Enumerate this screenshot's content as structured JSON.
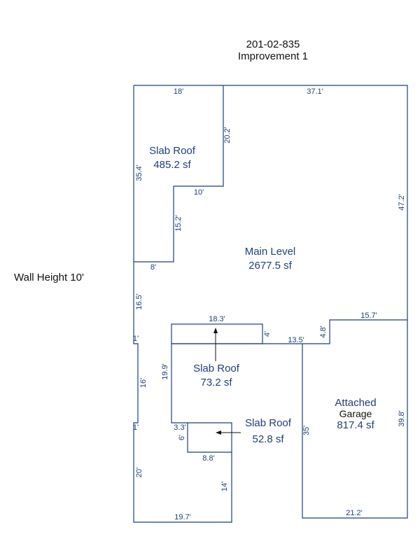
{
  "header": {
    "parcel_id": "201-02-835",
    "improvement": "Improvement 1"
  },
  "wall_height": "Wall Height 10'",
  "areas": {
    "slab_roof_1": {
      "name": "Slab Roof",
      "sf": "485.2 sf"
    },
    "main_level": {
      "name": "Main Level",
      "sf": "2677.5 sf"
    },
    "slab_roof_2": {
      "name": "Slab Roof",
      "sf": "73.2 sf"
    },
    "slab_roof_3": {
      "name": "Slab Roof",
      "sf": "52.8 sf"
    },
    "garage": {
      "name": "Attached",
      "sub": "Garage",
      "sf": "817.4 sf"
    }
  },
  "dimensions": {
    "d_18": "18'",
    "d_37_1": "37.1'",
    "d_20_2": "20.2'",
    "d_35_4": "35.4'",
    "d_10": "10'",
    "d_47_2": "47.2'",
    "d_15_2": "15.2'",
    "d_8": "8'",
    "d_16_5": "16.5'",
    "d_18_3": "18.3'",
    "d_15_7": "15.7'",
    "d_4_8": "4.8'",
    "d_4": "4'",
    "d_13_5": "13.5'",
    "d_1_top": "1'",
    "d_19_9": "19.9'",
    "d_16": "16'",
    "d_39_8": "39.8'",
    "d_1_bottom": "1'",
    "d_3_3": "3.3'",
    "d_6": "6'",
    "d_35": "35'",
    "d_8_8": "8.8'",
    "d_20": "20'",
    "d_14": "14'",
    "d_21_2": "21.2'",
    "d_19_7": "19.7'"
  },
  "colors": {
    "line": "#1f3f7a",
    "text": "#111111"
  }
}
